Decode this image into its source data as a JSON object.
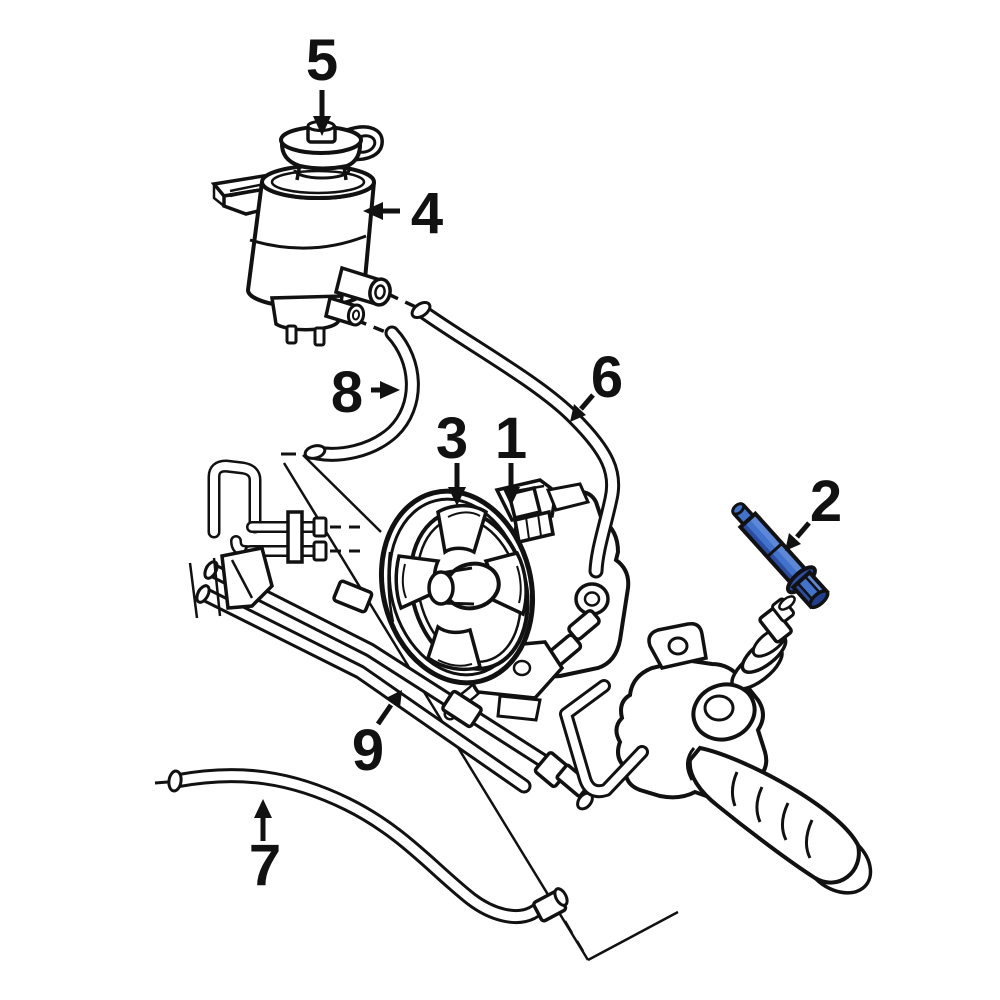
{
  "image": {
    "background_color": "#ffffff",
    "line_color": "#111111",
    "highlight": {
      "part_number": "2",
      "fill": "#4273cc",
      "fill_light": "#5d87d8",
      "fill_dark": "#2b4ea3",
      "fill_darkest": "#203f8f"
    },
    "callouts": [
      {
        "number": "1"
      },
      {
        "number": "2"
      },
      {
        "number": "3"
      },
      {
        "number": "4"
      },
      {
        "number": "5"
      },
      {
        "number": "6"
      },
      {
        "number": "7"
      },
      {
        "number": "8"
      },
      {
        "number": "9"
      }
    ]
  }
}
